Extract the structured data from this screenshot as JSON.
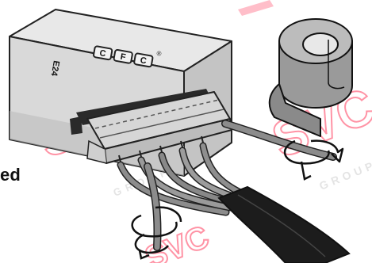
{
  "illustration": {
    "side_label": "ed",
    "device": {
      "brand_letters": [
        "C",
        "F",
        "C"
      ],
      "registered_mark": "®",
      "approval_mark": "E24"
    },
    "watermark": {
      "text": "SVC",
      "subtext": "GROUP"
    },
    "colors": {
      "device_body": "#e2e2e2",
      "device_shadow": "#9e9e9e",
      "connector": "#d6d6d6",
      "wire": "#8c8c8c",
      "cable_sleeve": "#1c1c1c",
      "tape": "#9a9a9a",
      "watermark": "#ff3b5c"
    },
    "icons": [
      "device-box-icon",
      "connector-plug-icon",
      "insulating-tape-roll-icon",
      "twist-arrow-icon",
      "wire-bundle-icon"
    ]
  }
}
